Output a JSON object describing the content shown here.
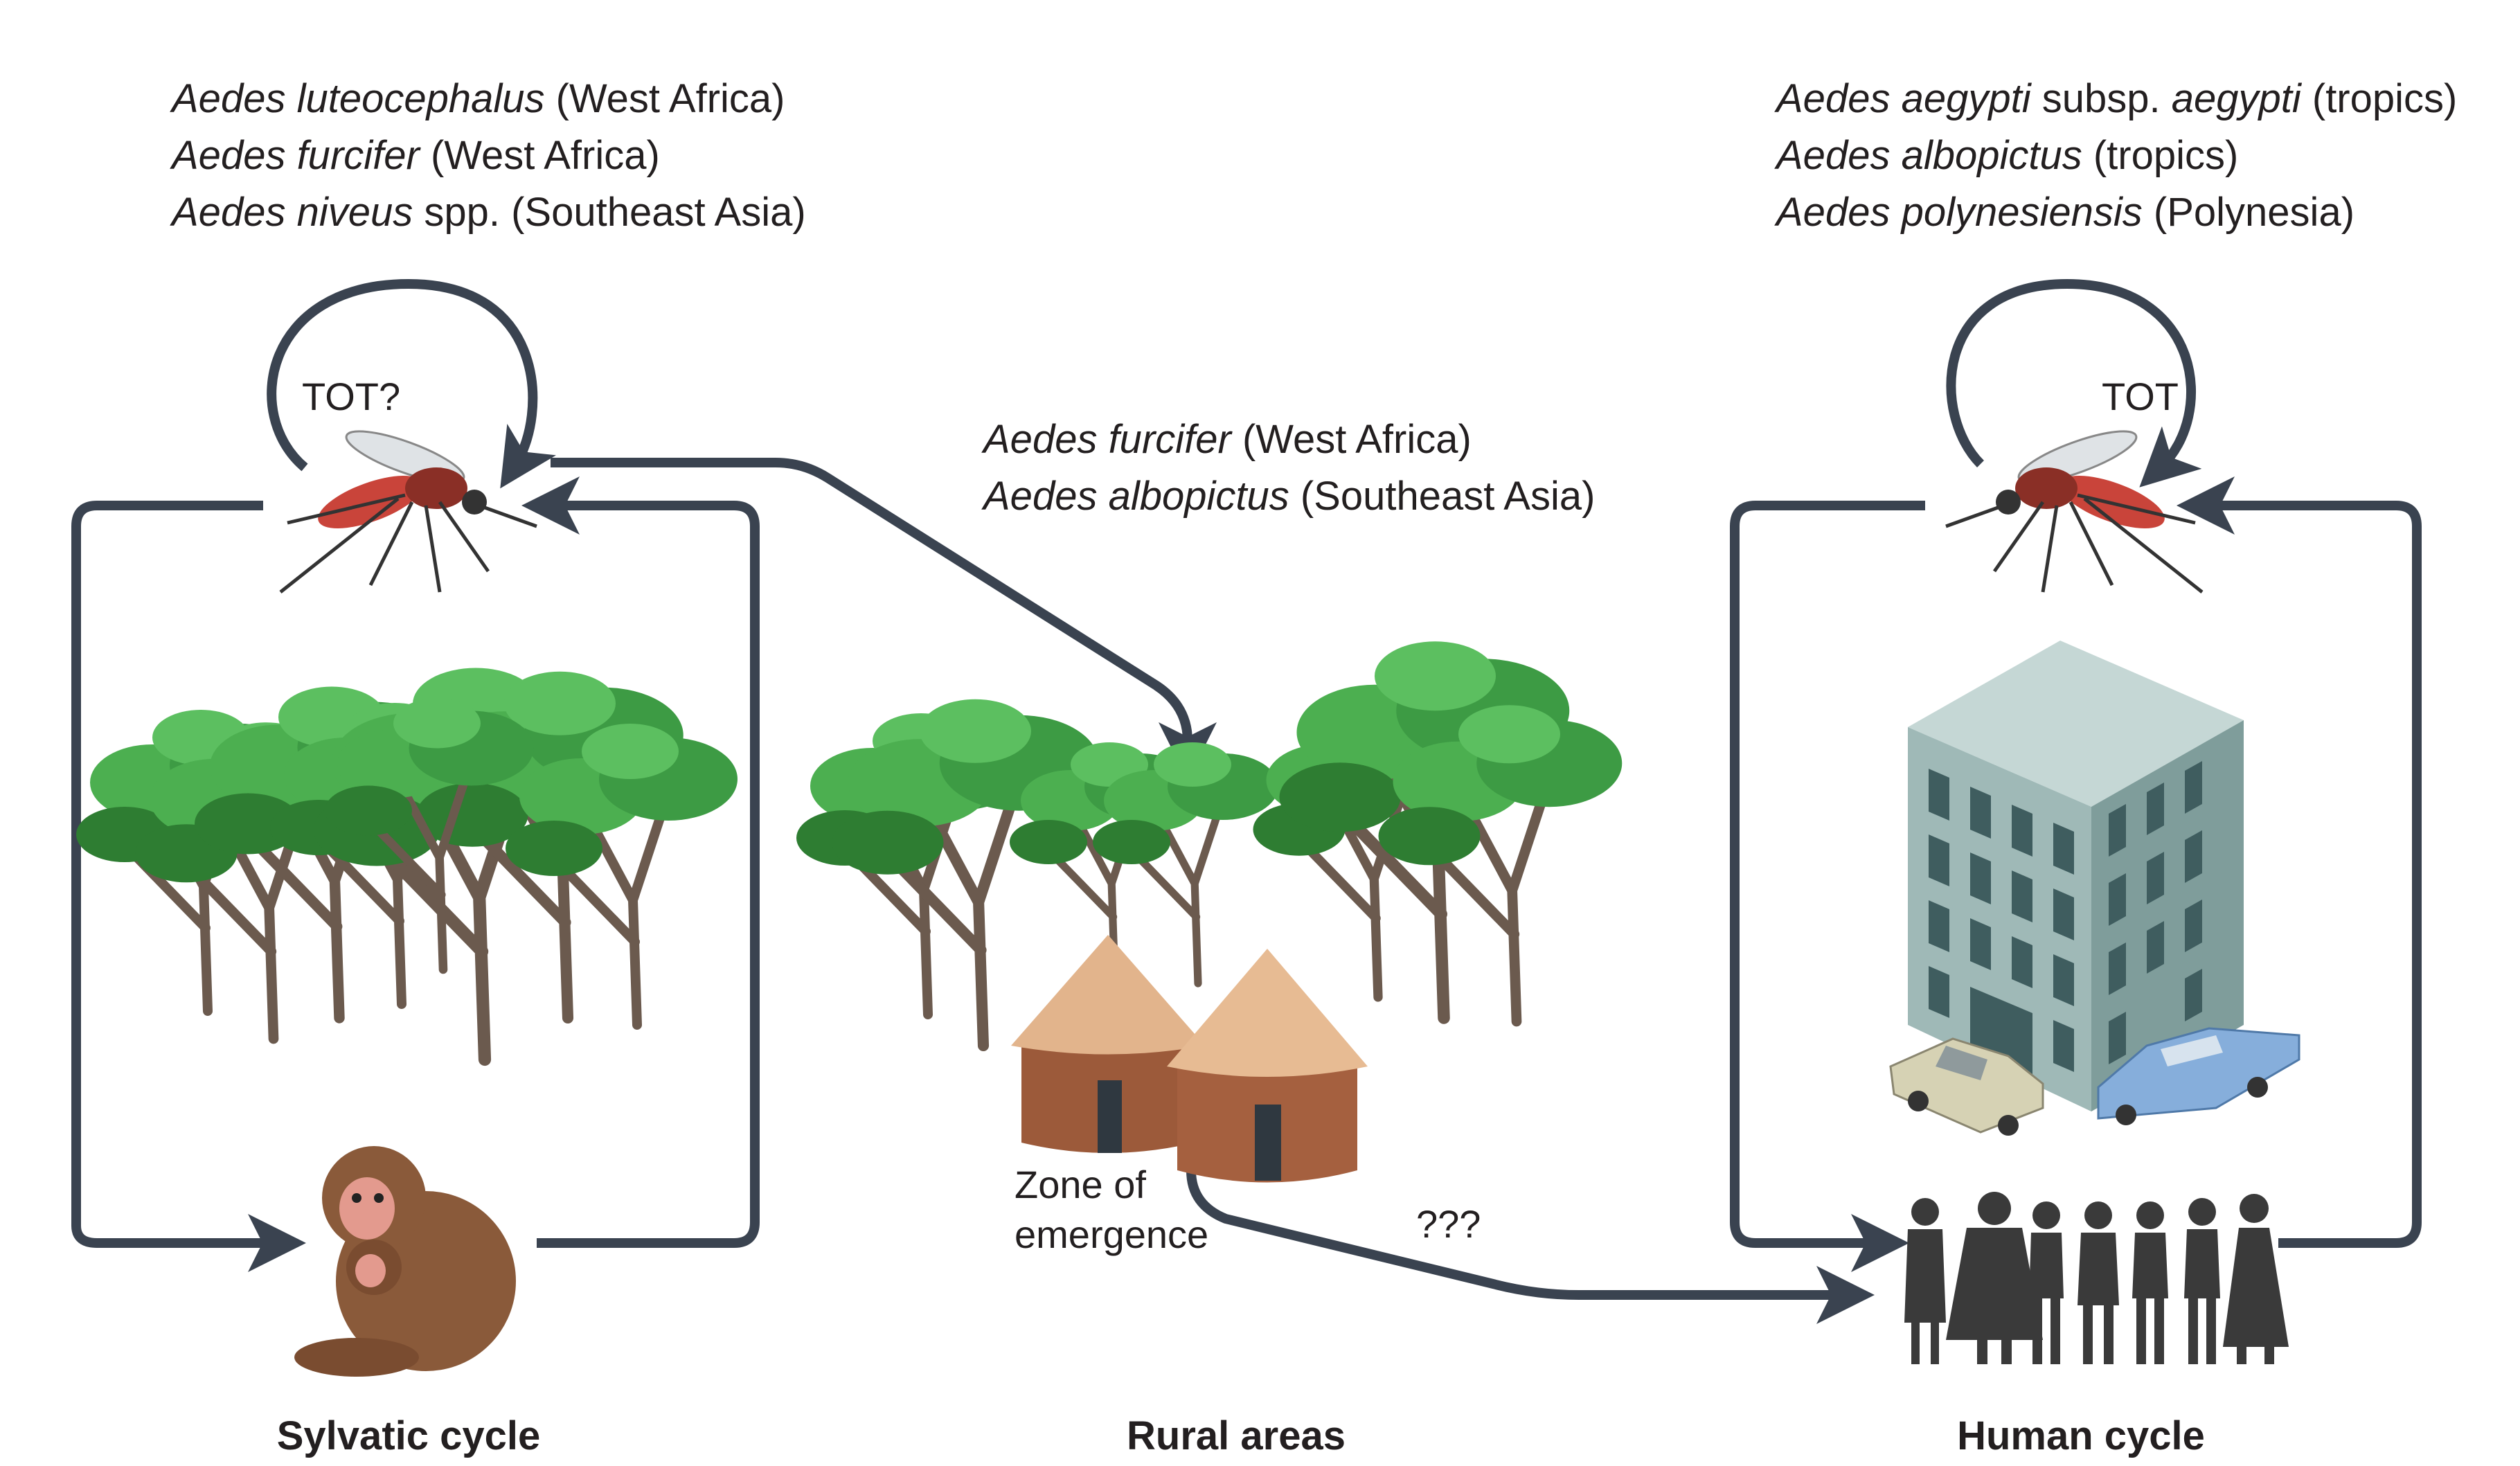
{
  "sylvatic": {
    "vectors": [
      {
        "species": "Aedes luteocephalus",
        "region": " (West Africa)"
      },
      {
        "species": "Aedes furcifer",
        "region": " (West Africa)"
      },
      {
        "species": "Aedes niveus",
        "region": " spp. (Southeast Asia)"
      }
    ],
    "loop_label": "TOT?",
    "title": "Sylvatic cycle"
  },
  "rural": {
    "vectors": [
      {
        "species": "Aedes furcifer",
        "region": " (West Africa)"
      },
      {
        "species": "Aedes albopictus",
        "region": " (Southeast Asia)"
      }
    ],
    "zone_line1": "Zone of",
    "zone_line2": "emergence",
    "unknown_label": "???",
    "title": "Rural areas"
  },
  "human": {
    "vectors": [
      {
        "species": "Aedes aegypti",
        "mid": " subsp. ",
        "species2": "aegypti",
        "region": " (tropics)"
      },
      {
        "species": "Aedes albopictus",
        "region": " (tropics)"
      },
      {
        "species": "Aedes polynesiensis",
        "region": " (Polynesia)"
      }
    ],
    "loop_label": "TOT",
    "title": "Human cycle"
  },
  "colors": {
    "arrow": "#3a4350",
    "tree_leaf_light": "#4caf50",
    "tree_leaf_dark": "#2e7d32",
    "trunk": "#6b5a4e",
    "hut_wall": "#9c5a3a",
    "hut_roof": "#e2b48c",
    "building_front": "#9fb9b7",
    "building_side": "#7f9d9b",
    "building_top": "#c5d7d5",
    "window": "#3f5d5f",
    "monkey": "#8a5a3a",
    "people": "#3a3a3a"
  }
}
